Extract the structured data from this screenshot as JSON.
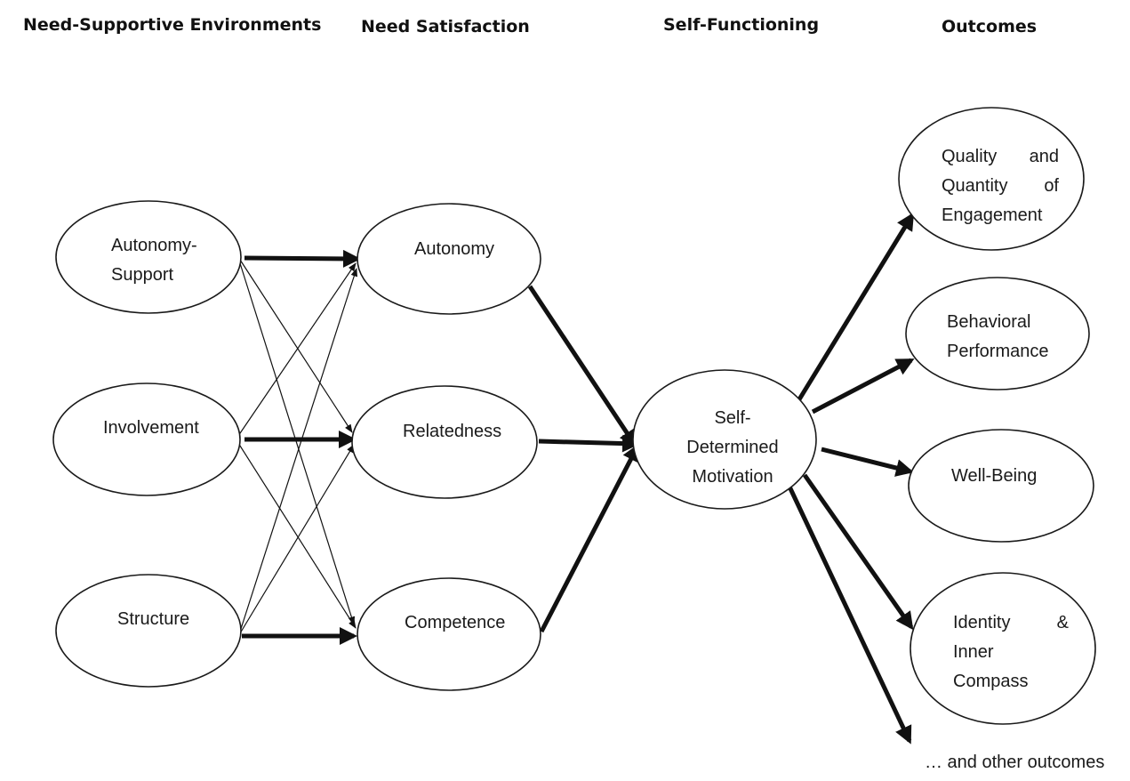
{
  "columns": [
    {
      "id": "env",
      "label": "Need-Supportive Environments"
    },
    {
      "id": "sat",
      "label": "Need Satisfaction"
    },
    {
      "id": "func",
      "label": "Self-Functioning"
    },
    {
      "id": "out",
      "label": "Outcomes"
    }
  ],
  "nodes": [
    {
      "id": "autonomy-support",
      "lines": [
        "Autonomy-",
        "Support"
      ]
    },
    {
      "id": "involvement",
      "lines": [
        "Involvement"
      ]
    },
    {
      "id": "structure",
      "lines": [
        "Structure"
      ]
    },
    {
      "id": "autonomy",
      "lines": [
        "Autonomy"
      ]
    },
    {
      "id": "relatedness",
      "lines": [
        "Relatedness"
      ]
    },
    {
      "id": "competence",
      "lines": [
        "Competence"
      ]
    },
    {
      "id": "self-determined-motivation",
      "lines": [
        "Self-",
        "Determined",
        "Motivation"
      ]
    },
    {
      "id": "quality-quantity-engagement",
      "lines": [
        "Quality and",
        "Quantity of",
        "Engagement"
      ]
    },
    {
      "id": "behavioral-performance",
      "lines": [
        "Behavioral",
        "Performance"
      ]
    },
    {
      "id": "well-being",
      "lines": [
        "Well-Being"
      ]
    },
    {
      "id": "identity-inner-compass",
      "lines": [
        "Identity &",
        "Inner",
        "Compass"
      ]
    }
  ],
  "edges": [
    {
      "from": "autonomy-support",
      "to": "autonomy",
      "weight": "strong"
    },
    {
      "from": "involvement",
      "to": "relatedness",
      "weight": "strong"
    },
    {
      "from": "structure",
      "to": "competence",
      "weight": "strong"
    },
    {
      "from": "autonomy-support",
      "to": "relatedness",
      "weight": "weak"
    },
    {
      "from": "autonomy-support",
      "to": "competence",
      "weight": "weak"
    },
    {
      "from": "involvement",
      "to": "autonomy",
      "weight": "weak"
    },
    {
      "from": "involvement",
      "to": "competence",
      "weight": "weak"
    },
    {
      "from": "structure",
      "to": "autonomy",
      "weight": "weak"
    },
    {
      "from": "structure",
      "to": "relatedness",
      "weight": "weak"
    },
    {
      "from": "autonomy",
      "to": "self-determined-motivation",
      "weight": "strong"
    },
    {
      "from": "relatedness",
      "to": "self-determined-motivation",
      "weight": "strong"
    },
    {
      "from": "competence",
      "to": "self-determined-motivation",
      "weight": "strong"
    },
    {
      "from": "self-determined-motivation",
      "to": "quality-quantity-engagement",
      "weight": "strong"
    },
    {
      "from": "self-determined-motivation",
      "to": "behavioral-performance",
      "weight": "strong"
    },
    {
      "from": "self-determined-motivation",
      "to": "well-being",
      "weight": "strong"
    },
    {
      "from": "self-determined-motivation",
      "to": "identity-inner-compass",
      "weight": "strong"
    },
    {
      "from": "self-determined-motivation",
      "to": "other-outcomes",
      "weight": "strong"
    }
  ],
  "footnote": "… and other outcomes"
}
